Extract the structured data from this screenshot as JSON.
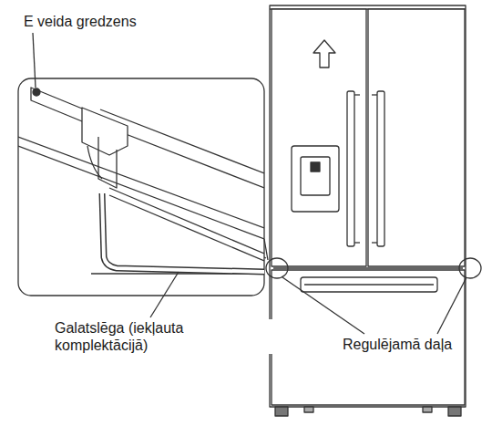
{
  "diagram": {
    "labels": [
      "E veida gredzens",
      "Galatslēga (iekļauta komplektācijā)",
      "Regulējamā daļa"
    ]
  }
}
